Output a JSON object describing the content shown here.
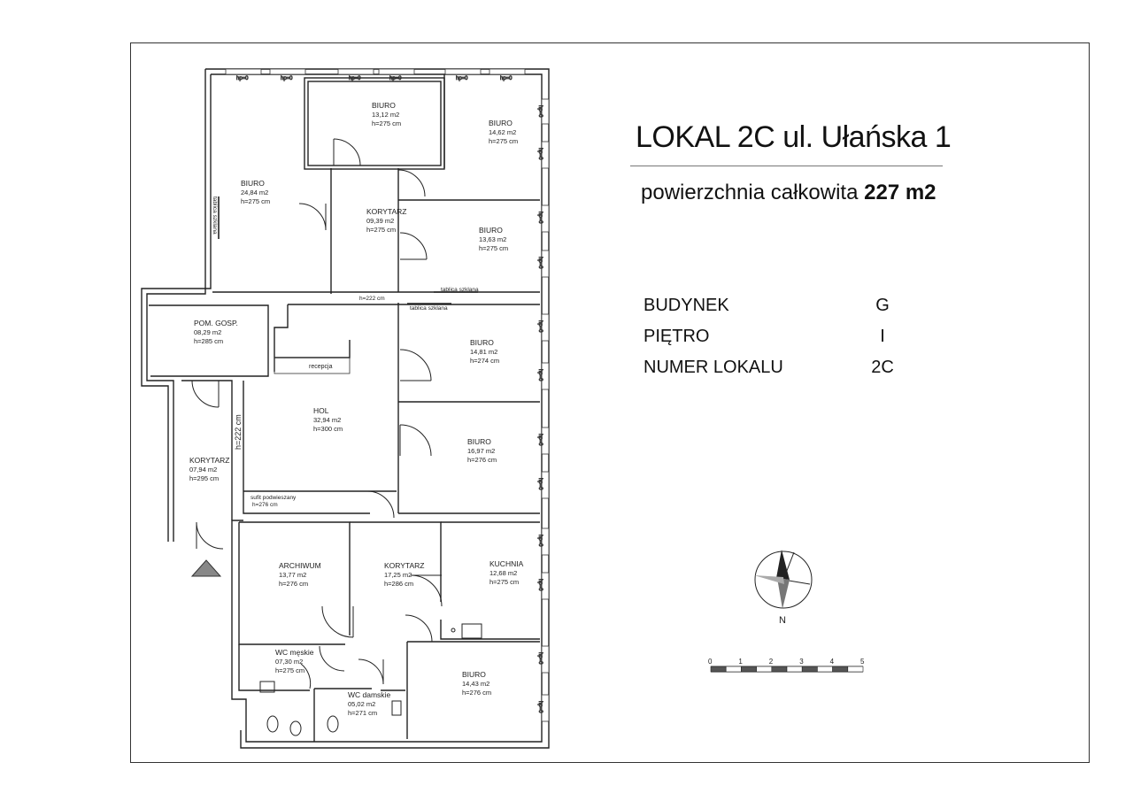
{
  "header": {
    "title": "LOKAL 2C ul. Ułańska 1",
    "area_prefix": "powierzchnia całkowita",
    "area_value": "227 m2"
  },
  "info": [
    {
      "label": "BUDYNEK",
      "value": "G"
    },
    {
      "label": "PIĘTRO",
      "value": "I"
    },
    {
      "label": "NUMER LOKALU",
      "value": "2C"
    }
  ],
  "rooms": [
    {
      "name": "BIURO",
      "area": "24,84 m2",
      "height": "h=275 cm"
    },
    {
      "name": "BIURO",
      "area": "13,12 m2",
      "height": "h=275 cm"
    },
    {
      "name": "BIURO",
      "area": "14,62 m2",
      "height": "h=275 cm"
    },
    {
      "name": "KORYTARZ",
      "area": "09,39 m2",
      "height": "h=275 cm"
    },
    {
      "name": "BIURO",
      "area": "13,63 m2",
      "height": "h=275 cm"
    },
    {
      "name": "POM. GOSP.",
      "area": "08,29 m2",
      "height": "h=285 cm"
    },
    {
      "name": "BIURO",
      "area": "14,81 m2",
      "height": "h=274 cm"
    },
    {
      "name": "HOL",
      "area": "32,94 m2",
      "height": "h=300 cm"
    },
    {
      "name": "BIURO",
      "area": "16,97 m2",
      "height": "h=276 cm"
    },
    {
      "name": "KORYTARZ",
      "area": "07,94 m2",
      "height": "h=295 cm"
    },
    {
      "name": "ARCHIWUM",
      "area": "13,77 m2",
      "height": "h=276 cm"
    },
    {
      "name": "KORYTARZ",
      "area": "17,25 m2",
      "height": "h=286 cm"
    },
    {
      "name": "KUCHNIA",
      "area": "12,68 m2",
      "height": "h=275 cm"
    },
    {
      "name": "WC męskie",
      "area": "07,30 m2",
      "height": "h=275 cm"
    },
    {
      "name": "WC damskie",
      "area": "05,02 m2",
      "height": "h=271 cm"
    },
    {
      "name": "BIURO",
      "area": "14,43 m2",
      "height": "h=276 cm"
    }
  ],
  "notes": {
    "glass_wall": "tablica szklana",
    "height_222": "h=222 cm",
    "reception": "recepcja",
    "ceiling": "sufit podwieszany",
    "ceiling_height": "h=276 cm",
    "window_label": "hp=0"
  },
  "compass": {
    "north": "N"
  },
  "scale": {
    "ticks": [
      "0",
      "1",
      "2",
      "3",
      "4",
      "5"
    ]
  },
  "colors": {
    "wall": "#222222",
    "line": "#333333",
    "fill": "#ffffff"
  }
}
